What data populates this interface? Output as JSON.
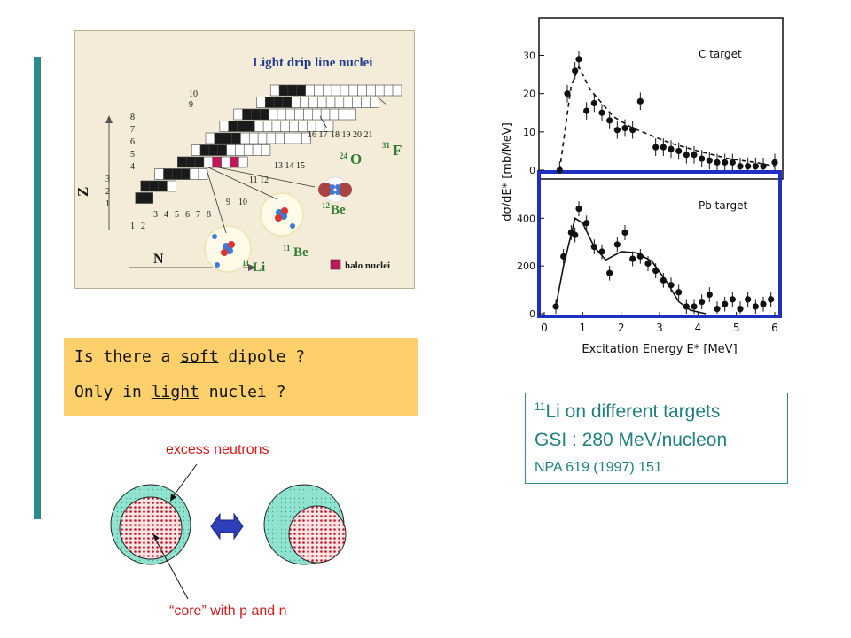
{
  "colors": {
    "accent_bar": "#2e8b8b",
    "question_bg": "#fdd06b",
    "label_red": "#d11a1a",
    "frame_blue": "#1f2fbf",
    "halo_magenta": "#c2185b",
    "grid_black": "#1a1a1a"
  },
  "nuclide_chart": {
    "title": "Light drip line nuclei",
    "z_axis_label": "Z",
    "n_axis_label": "N",
    "z_ticks": [
      "1",
      "2",
      "3",
      "4",
      "5",
      "6",
      "7",
      "8",
      "9",
      "10"
    ],
    "n_ticks": [
      "1",
      "2",
      "3",
      "4",
      "5",
      "6",
      "7",
      "8",
      "9",
      "10",
      "11 12",
      "13 14 15",
      "16 17",
      "18 19 20 21"
    ],
    "nuclei_labels": [
      {
        "mass": "24",
        "symbol": "O"
      },
      {
        "mass": "31",
        "symbol": "F"
      },
      {
        "mass": "12",
        "symbol": "Be"
      },
      {
        "mass": "11",
        "symbol": "Be"
      },
      {
        "mass": "11",
        "symbol": "Li"
      }
    ],
    "legend": "halo nuclei"
  },
  "questions": {
    "line1_prefix": "Is there a ",
    "line1_underlined": "soft",
    "line1_suffix": " dipole ?",
    "line2_prefix": "Only in ",
    "line2_underlined": "light",
    "line2_suffix": " nuclei ?"
  },
  "diagram": {
    "excess_label": "excess neutrons",
    "core_label": "“core” with p and n"
  },
  "info": {
    "line1_mass": "11",
    "line1_rest": "Li on different targets",
    "line2": "GSI : 280 MeV/nucleon",
    "line3": "NPA 619 (1997) 151"
  },
  "chart_data": {
    "type": "scatter",
    "xlabel": "Excitation Energy E* [MeV]",
    "ylabel": "dσ/dE* [mb/MeV]",
    "x_ticks": [
      "0",
      "1",
      "2",
      "3",
      "4",
      "5",
      "6"
    ],
    "panels": [
      {
        "label": "C target",
        "ylim": [
          0,
          38
        ],
        "y_ticks": [
          "0",
          "10",
          "20",
          "30"
        ],
        "fit_style": "dashed",
        "x": [
          0.4,
          0.6,
          0.8,
          0.9,
          1.1,
          1.3,
          1.5,
          1.7,
          1.9,
          2.1,
          2.3,
          2.5,
          2.9,
          3.1,
          3.3,
          3.5,
          3.7,
          3.9,
          4.1,
          4.3,
          4.5,
          4.7,
          4.9,
          5.1,
          5.3,
          5.5,
          5.7,
          6.0
        ],
        "y": [
          0,
          20,
          26,
          29,
          15.5,
          17.5,
          15,
          13,
          10.5,
          11,
          10.5,
          18,
          6,
          6,
          5.5,
          5,
          4,
          4,
          3,
          2.5,
          2,
          2,
          2,
          1,
          1,
          1,
          1,
          2
        ],
        "fit": [
          [
            0.4,
            0
          ],
          [
            0.7,
            22
          ],
          [
            0.9,
            27
          ],
          [
            1.2,
            21
          ],
          [
            1.8,
            14
          ],
          [
            2.3,
            11
          ],
          [
            2.8,
            9
          ],
          [
            3.3,
            7
          ],
          [
            4.0,
            5
          ],
          [
            4.8,
            3
          ],
          [
            5.5,
            2
          ],
          [
            6.0,
            1
          ]
        ]
      },
      {
        "label": "Pb target",
        "ylim": [
          0,
          520
        ],
        "y_ticks": [
          "0",
          "200",
          "400"
        ],
        "fit_style": "solid",
        "x": [
          0.3,
          0.5,
          0.7,
          0.8,
          0.9,
          1.1,
          1.3,
          1.5,
          1.7,
          1.9,
          2.1,
          2.3,
          2.5,
          2.7,
          2.9,
          3.1,
          3.3,
          3.5,
          3.7,
          3.9,
          4.1,
          4.3,
          4.5,
          4.7,
          4.9,
          5.1,
          5.3,
          5.5,
          5.7,
          5.9
        ],
        "y": [
          30,
          240,
          340,
          330,
          440,
          380,
          280,
          260,
          170,
          290,
          340,
          230,
          240,
          210,
          180,
          140,
          120,
          90,
          30,
          30,
          50,
          80,
          20,
          40,
          60,
          20,
          60,
          30,
          40,
          60
        ],
        "fit": [
          [
            0.3,
            30
          ],
          [
            0.5,
            200
          ],
          [
            0.8,
            400
          ],
          [
            1.0,
            380
          ],
          [
            1.3,
            280
          ],
          [
            1.6,
            225
          ],
          [
            2.0,
            260
          ],
          [
            2.4,
            255
          ],
          [
            2.8,
            220
          ],
          [
            3.2,
            130
          ],
          [
            3.5,
            50
          ],
          [
            3.8,
            15
          ],
          [
            4.2,
            0
          ]
        ]
      }
    ]
  }
}
